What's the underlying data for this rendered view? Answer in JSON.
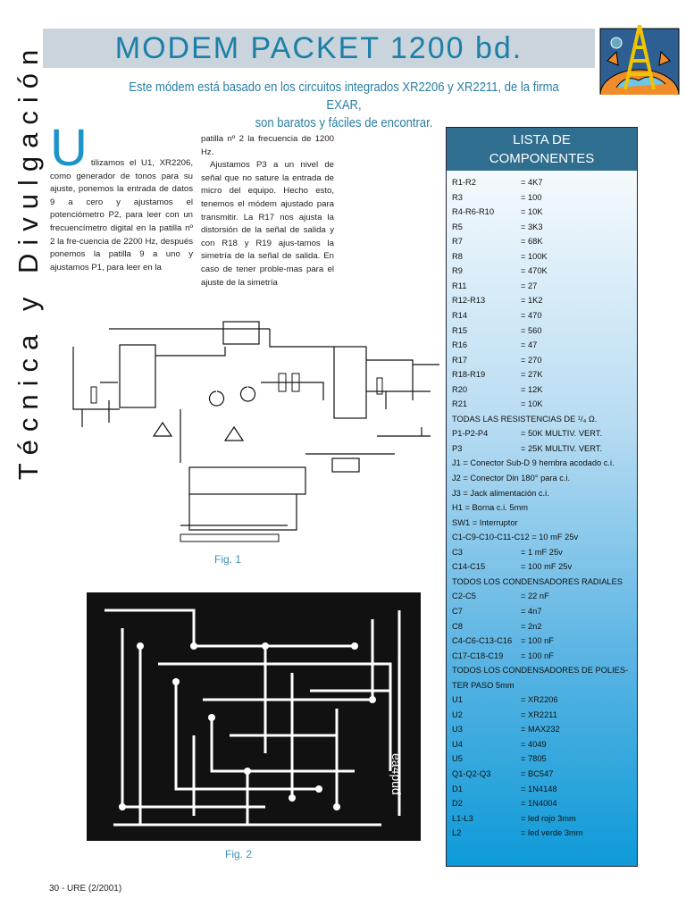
{
  "sidebar": {
    "vertical_title": "Técnica y Divulgación"
  },
  "header": {
    "title": "MODEM PACKET 1200 bd.",
    "subtitle_line1": "Este módem está basado en los circuitos integrados XR2206 y XR2211, de la firma EXAR,",
    "subtitle_line2": "son baratos  y fáciles de encontrar."
  },
  "article": {
    "dropcap": "U",
    "col1": "tilizamos el U1, XR2206, como generador de tonos para su ajuste, ponemos la entrada de datos 9 a cero y ajustamos el potenciómetro P2, para leer con un frecuencímetro digital en la patilla nº 2 la fre-cuencia de 2200 Hz, después ponemos la patilla 9 a uno y ajustamos P1, para leer en la",
    "col2_p1": "patilla nº 2 la frecuencia de 1200 Hz.",
    "col2_p2": "Ajustamos P3 a un nivel de señal que no sature la entrada de micro del equipo. Hecho esto, tenemos el módem ajustado para transmitir. La R17 nos ajusta la distorsión de la señal de salida y con R18 y R19 ajus-tamos la simetría de la señal de salida. En caso de tener proble-mas para el ajuste de la simetría"
  },
  "figures": {
    "fig1": "Fig. 1",
    "fig2": "Fig. 2",
    "pcb_label": "ea4pud"
  },
  "components": {
    "title_line1": "LISTA DE",
    "title_line2": "COMPONENTES",
    "rows": [
      [
        "R1-R2",
        "= 4K7"
      ],
      [
        "R3",
        "= 100"
      ],
      [
        "R4-R6-R10",
        "= 10K"
      ],
      [
        "R5",
        "= 3K3"
      ],
      [
        "R7",
        "= 68K"
      ],
      [
        "R8",
        "= 100K"
      ],
      [
        "R9",
        "= 470K"
      ],
      [
        "R11",
        "= 27"
      ],
      [
        "R12-R13",
        "= 1K2"
      ],
      [
        "R14",
        "= 470"
      ],
      [
        "R15",
        "= 560"
      ],
      [
        "R16",
        "= 47"
      ],
      [
        "R17",
        "= 270"
      ],
      [
        "R18-R19",
        "= 27K"
      ],
      [
        "R20",
        "= 12K"
      ],
      [
        "R21",
        "= 10K"
      ],
      [
        "TODAS LAS RESISTENCIAS DE ¹/₄ Ω.",
        ""
      ],
      [
        "P1-P2-P4",
        "= 50K MULTIV. VERT."
      ],
      [
        "P3",
        "= 25K MULTIV. VERT."
      ],
      [
        "J1 = Conector Sub-D 9 hembra acodado c.i.",
        ""
      ],
      [
        "J2 = Conector Din 180° para c.i.",
        ""
      ],
      [
        "J3 = Jack alimentación c.i.",
        ""
      ],
      [
        "H1 = Borna c.i. 5mm",
        ""
      ],
      [
        "SW1 = Interruptor",
        ""
      ],
      [
        "C1-C9-C10-C11-C12 = 10 mF 25v",
        ""
      ],
      [
        "C3",
        "= 1 mF     25v"
      ],
      [
        "C14-C15",
        "= 100 mF  25v"
      ],
      [
        "TODOS LOS CONDENSADORES  RADIALES",
        ""
      ],
      [
        "C2-C5",
        "= 22 nF"
      ],
      [
        "C7",
        "= 4n7"
      ],
      [
        "C8",
        "= 2n2"
      ],
      [
        "C4-C6-C13-C16",
        "= 100 nF"
      ],
      [
        "C17-C18-C19",
        "= 100 nF"
      ],
      [
        "TODOS LOS CONDENSADORES DE POLIES-",
        ""
      ],
      [
        "TER    PASO  5mm",
        ""
      ],
      [
        "U1",
        "= XR2206"
      ],
      [
        "U2",
        "= XR2211"
      ],
      [
        "U3",
        "= MAX232"
      ],
      [
        "U4",
        "= 4049"
      ],
      [
        "U5",
        "= 7805"
      ],
      [
        "Q1-Q2-Q3",
        "= BC547"
      ],
      [
        "D1",
        "= 1N4148"
      ],
      [
        "D2",
        "= 1N4004"
      ],
      [
        "L1-L3",
        "= led rojo 3mm"
      ],
      [
        "L2",
        "= led verde 3mm"
      ]
    ]
  },
  "footer": {
    "page": "30 - URE (2/2001)"
  },
  "colors": {
    "title": "#1b7fa7",
    "band": "#c9d4dc",
    "box_header": "#2f6e8e"
  }
}
